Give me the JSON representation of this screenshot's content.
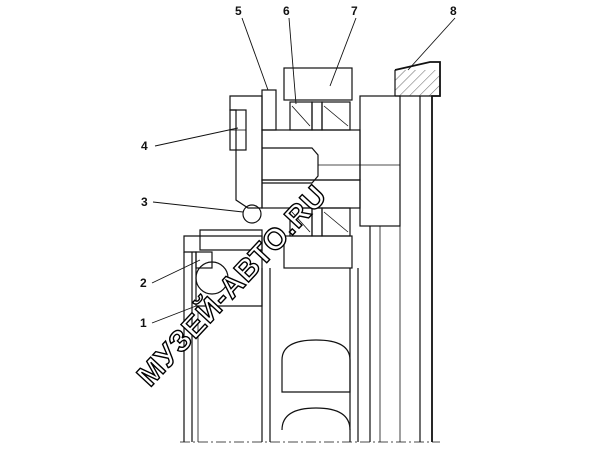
{
  "callouts": [
    {
      "id": "callout-1",
      "label": "1"
    },
    {
      "id": "callout-2",
      "label": "2"
    },
    {
      "id": "callout-3",
      "label": "3"
    },
    {
      "id": "callout-4",
      "label": "4"
    },
    {
      "id": "callout-5",
      "label": "5"
    },
    {
      "id": "callout-6",
      "label": "6"
    },
    {
      "id": "callout-7",
      "label": "7"
    },
    {
      "id": "callout-8",
      "label": "8"
    }
  ],
  "watermark": {
    "text": "МУЗЕЙ-АВТО.RU"
  },
  "colors": {
    "ink": "#111111",
    "background": "#ffffff"
  }
}
